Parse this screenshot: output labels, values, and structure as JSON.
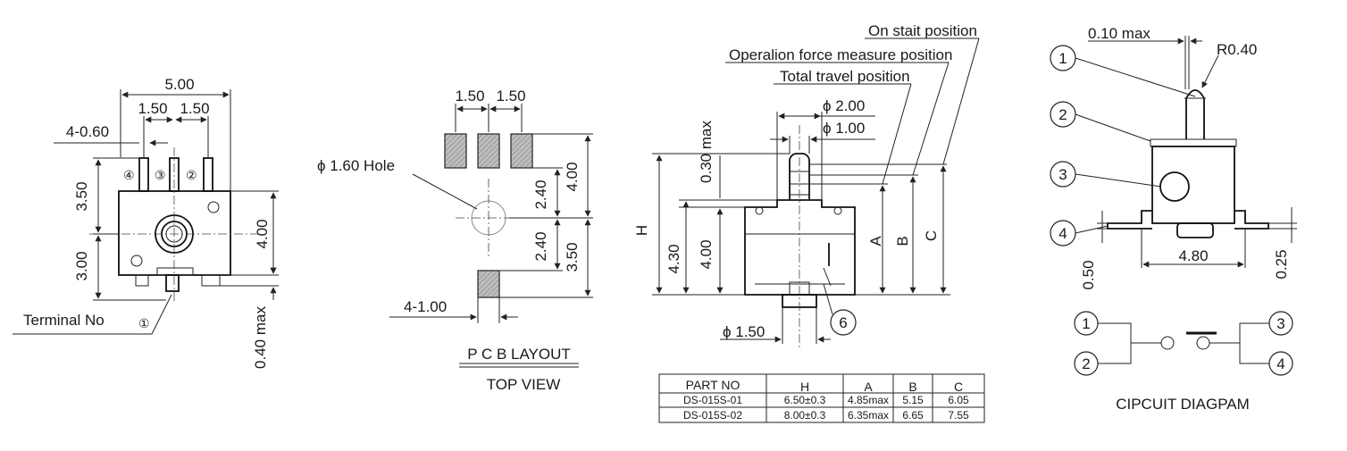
{
  "front_view": {
    "dim_width": "5.00",
    "dim_pitch_left": "1.50",
    "dim_pitch_right": "1.50",
    "dim_pin": "4-0.60",
    "dim_top_height": "3.50",
    "dim_bottom_height": "3.00",
    "dim_right_height": "4.00",
    "dim_terminal": "0.40 max",
    "terminal_label": "Terminal No",
    "terminal_marks": [
      "④",
      "③",
      "②"
    ],
    "terminal_one": "①"
  },
  "pcb_layout": {
    "dim_pitch_left": "1.50",
    "dim_pitch_right": "1.50",
    "hole_label": "ϕ 1.60 Hole",
    "dim_upper": "2.40",
    "dim_lower": "2.40",
    "dim_right_upper": "4.00",
    "dim_right_lower": "3.50",
    "dim_pad": "4-1.00",
    "title": "P C B LAYOUT",
    "subtitle": "TOP VIEW"
  },
  "side_view": {
    "label_on_start": "On stait position",
    "label_force": "Operalion force measure position",
    "label_total": "Total travel position",
    "dim_phi_outer": "ϕ 2.00",
    "dim_phi_inner": "ϕ 1.00",
    "dim_stroke": "0.30 max",
    "dim_h": "H",
    "dim_body_left": "4.30",
    "dim_body_inner": "4.00",
    "dim_a": "A",
    "dim_b": "B",
    "dim_c": "C",
    "dim_phi_base": "ϕ 1.50",
    "callout_six": "6"
  },
  "part_table": {
    "headers": [
      "PART NO",
      "H",
      "A",
      "B",
      "C"
    ],
    "rows": [
      [
        "DS-015S-01",
        "6.50±0.3",
        "4.85max",
        "5.15",
        "6.05"
      ],
      [
        "DS-015S-02",
        "8.00±0.3",
        "6.35max",
        "6.65",
        "7.55"
      ]
    ]
  },
  "detail_view": {
    "dim_tip": "0.10 max",
    "dim_radius": "R0.40",
    "callouts": [
      "1",
      "2",
      "3",
      "4"
    ],
    "dim_width": "4.80",
    "dim_left_height": "0.50",
    "dim_right_height": "0.25"
  },
  "circuit": {
    "nodes": [
      "1",
      "2",
      "3",
      "4"
    ],
    "title": "CIPCUIT DIAGPAM"
  }
}
